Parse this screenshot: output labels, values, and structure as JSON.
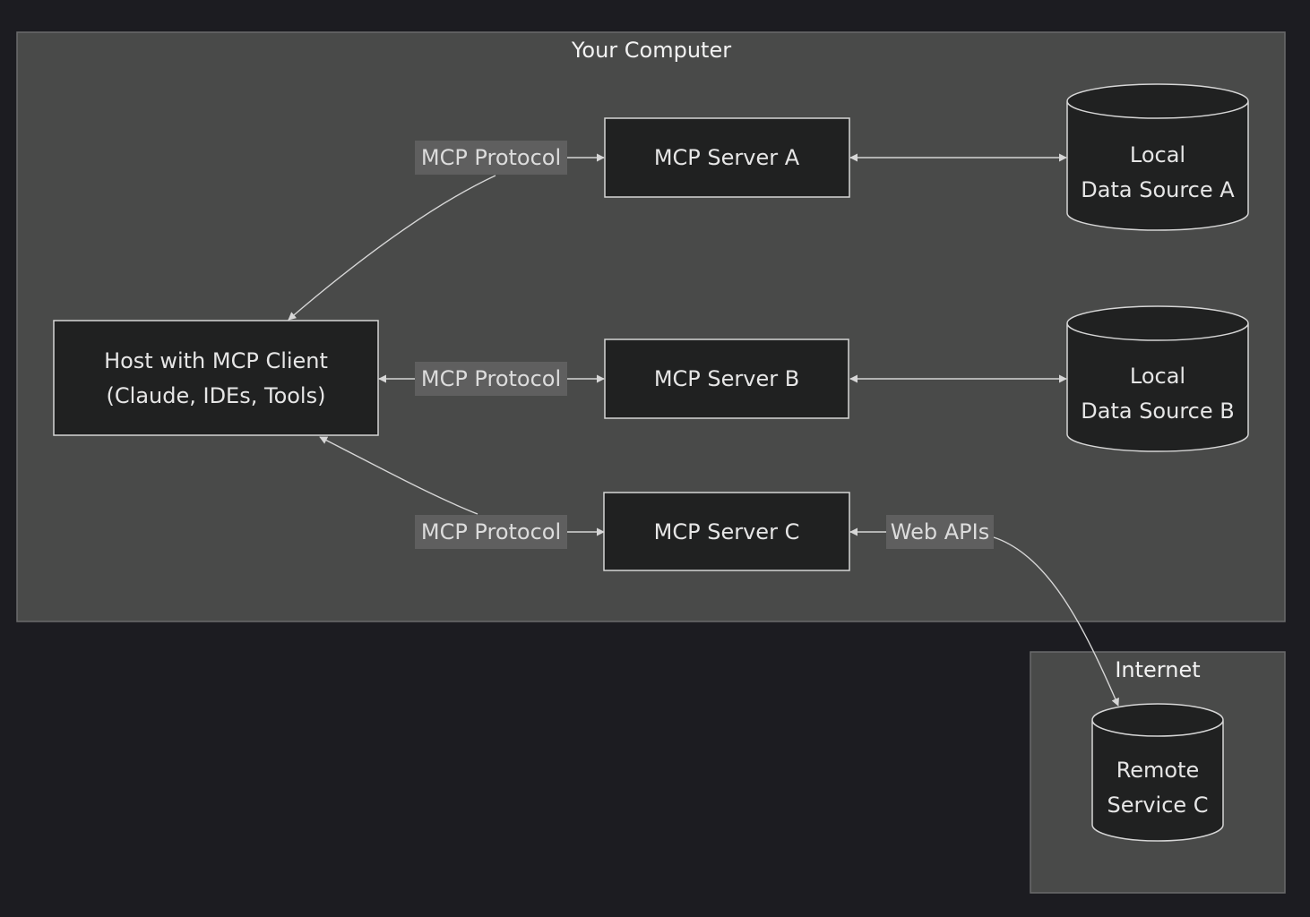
{
  "clusters": {
    "computer": {
      "title": "Your Computer"
    },
    "internet": {
      "title": "Internet"
    }
  },
  "nodes": {
    "host": {
      "line1": "Host with MCP Client",
      "line2": "(Claude, IDEs, Tools)"
    },
    "server_a": {
      "label": "MCP Server A"
    },
    "server_b": {
      "label": "MCP Server B"
    },
    "server_c": {
      "label": "MCP Server C"
    },
    "data_a": {
      "line1": "Local",
      "line2": "Data Source A"
    },
    "data_b": {
      "line1": "Local",
      "line2": "Data Source B"
    },
    "remote_c": {
      "line1": "Remote",
      "line2": "Service C"
    }
  },
  "edges": {
    "host_server_a": {
      "label": "MCP Protocol"
    },
    "host_server_b": {
      "label": "MCP Protocol"
    },
    "host_server_c": {
      "label": "MCP Protocol"
    },
    "server_c_remote": {
      "label": "Web APIs"
    }
  },
  "colors": {
    "background": "#1c1c21",
    "cluster_fill": "#494a49",
    "node_fill": "#202121",
    "stroke": "#d6d6d6",
    "edge_label_bg": "#5f5f5f"
  }
}
